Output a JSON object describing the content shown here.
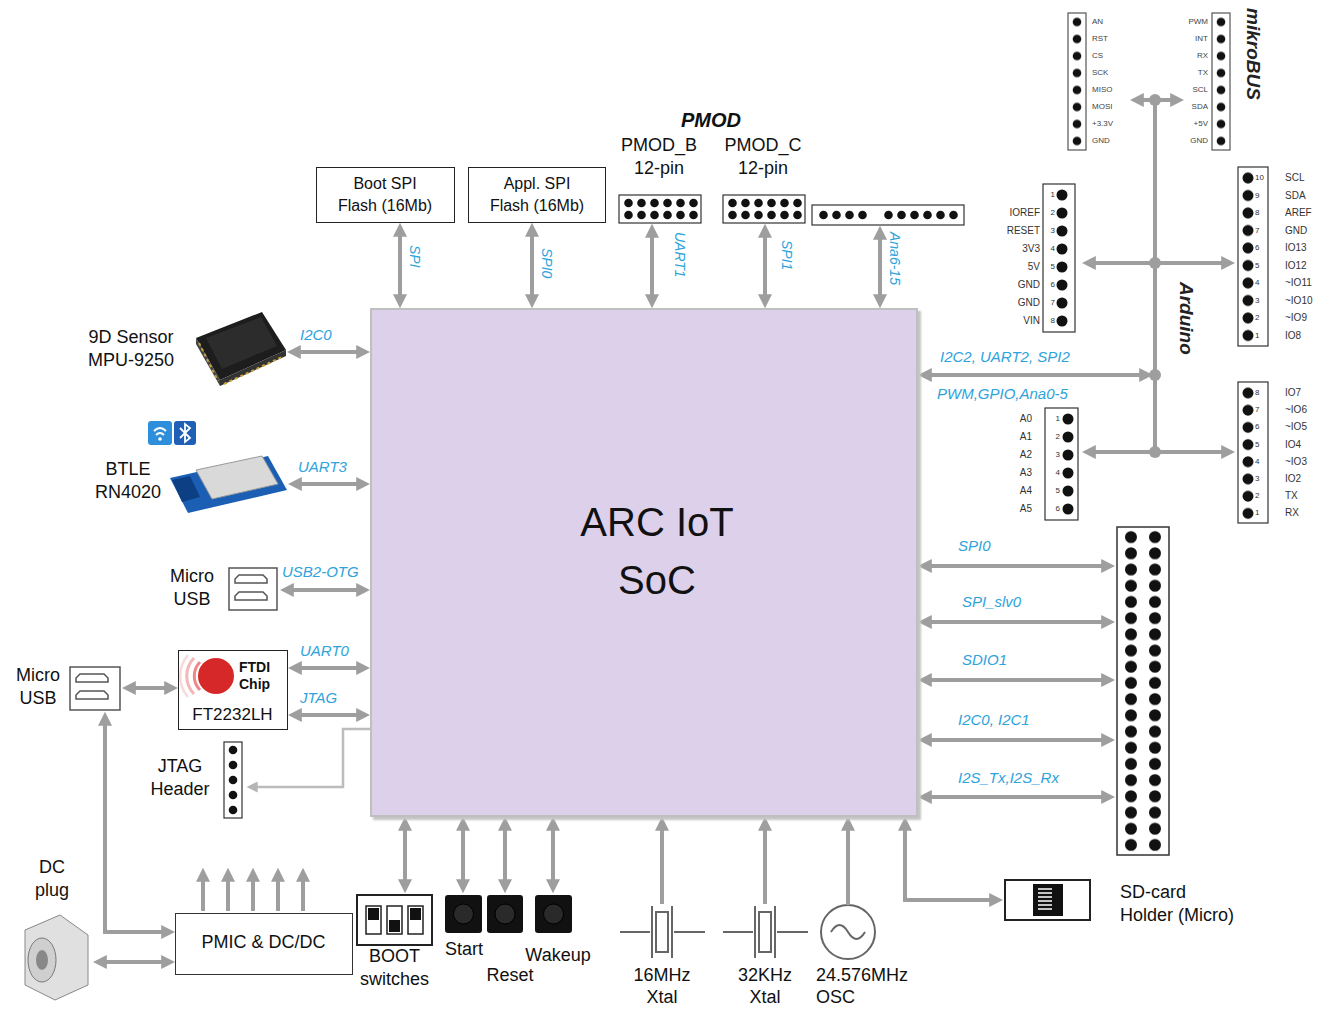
{
  "diagram": {
    "nodes": [
      {
        "text": [
          "ARC IoT SoC"
        ]
      },
      {
        "text": [
          "Boot SPI Flash (16Mb)"
        ]
      },
      {
        "text": [
          "Appl. SPI Flash (16Mb)"
        ]
      },
      {
        "text": [
          "PMOD_B 12-pin"
        ]
      },
      {
        "text": [
          "PMOD_C 12-pin"
        ]
      },
      {
        "text": [
          "9D Sensor MPU-9250"
        ]
      },
      {
        "text": [
          "BTLE RN4020"
        ]
      },
      {
        "text": [
          "Micro USB"
        ]
      },
      {
        "text": [
          "Micro USB"
        ]
      },
      {
        "text": [
          "FTDI Chip",
          "FT2232LH"
        ]
      },
      {
        "text": [
          "JTAG Header"
        ]
      },
      {
        "text": [
          "DC plug"
        ]
      },
      {
        "text": [
          "PMIC & DC/DC"
        ]
      },
      {
        "text": [
          "BOOT switches"
        ]
      },
      {
        "text": [
          "Start"
        ]
      },
      {
        "text": [
          "Reset"
        ]
      },
      {
        "text": [
          "Wakeup"
        ]
      },
      {
        "text": [
          "16MHz Xtal"
        ]
      },
      {
        "text": [
          "32KHz Xtal"
        ]
      },
      {
        "text": [
          "24.576MHz OSC"
        ]
      },
      {
        "text": [
          "SD-card Holder (Micro)"
        ]
      }
    ],
    "edges": [
      {
        "from": 0,
        "to": 1,
        "arrow": "both",
        "label": "SPI"
      },
      {
        "from": 0,
        "to": 2,
        "arrow": "both",
        "label": "SPI0"
      },
      {
        "from": 0,
        "to": 3,
        "arrow": "both",
        "label": "UART1"
      },
      {
        "from": 0,
        "to": 4,
        "arrow": "both",
        "label": "SPI1"
      },
      {
        "from": 0,
        "to": 5,
        "arrow": "both",
        "label": "I2C0"
      },
      {
        "from": 0,
        "to": 6,
        "arrow": "both",
        "label": "UART3"
      },
      {
        "from": 0,
        "to": 7,
        "arrow": "both",
        "label": "USB2-OTG"
      },
      {
        "from": 0,
        "to": 9,
        "arrow": "both",
        "label": "UART0"
      },
      {
        "from": 0,
        "to": 9,
        "arrow": "both",
        "label": "JTAG"
      },
      {
        "from": 0,
        "to": 10,
        "arrow": "to"
      },
      {
        "from": 8,
        "to": 9,
        "arrow": "both"
      },
      {
        "from": 8,
        "to": 12,
        "arrow": "both"
      },
      {
        "from": 11,
        "to": 12,
        "arrow": "both"
      },
      {
        "from": 0,
        "to": 13,
        "arrow": "both"
      },
      {
        "from": 0,
        "to": 14,
        "arrow": "both"
      },
      {
        "from": 0,
        "to": 15,
        "arrow": "both"
      },
      {
        "from": 0,
        "to": 16,
        "arrow": "both"
      },
      {
        "from": 17,
        "to": 0,
        "arrow": "to"
      },
      {
        "from": 18,
        "to": 0,
        "arrow": "to"
      },
      {
        "from": 19,
        "to": 0,
        "arrow": "to"
      },
      {
        "from": 0,
        "to": 20,
        "arrow": "both"
      }
    ],
    "labels": [
      "PMOD",
      "Ana6-15",
      "AN",
      "RST",
      "CS",
      "SCK",
      "MISO",
      "MOSI",
      "+3.3V",
      "GND",
      "PWM",
      "INT",
      "RX",
      "TX",
      "SCL",
      "SDA",
      "+5V",
      "GND",
      "mikroBUS",
      "Arduino",
      "IOREF",
      "RESET",
      "3V3",
      "5V",
      "GND",
      "GND",
      "VIN",
      "1",
      "2",
      "3",
      "4",
      "5",
      "6",
      "7",
      "8",
      "SCL",
      "SDA",
      "AREF",
      "GND",
      "IO13",
      "IO12",
      "~IO11",
      "~IO10",
      "~IO9",
      "IO8",
      "10",
      "9",
      "8",
      "7",
      "6",
      "5",
      "4",
      "3",
      "2",
      "1",
      "IO7",
      "~IO6",
      "~IO5",
      "IO4",
      "~IO3",
      "IO2",
      "TX",
      "RX",
      "8",
      "7",
      "6",
      "5",
      "4",
      "3",
      "2",
      "1",
      "A0",
      "A1",
      "A2",
      "A3",
      "A4",
      "A5",
      "1",
      "2",
      "3",
      "4",
      "5",
      "6",
      "I2C2, UART2, SPI2",
      "PWM,GPIO,Ana0-5",
      "SPI0",
      "SPI_slv0",
      "SDIO1",
      "I2C0, I2C1",
      "I2S_Tx,I2S_Rx"
    ]
  }
}
